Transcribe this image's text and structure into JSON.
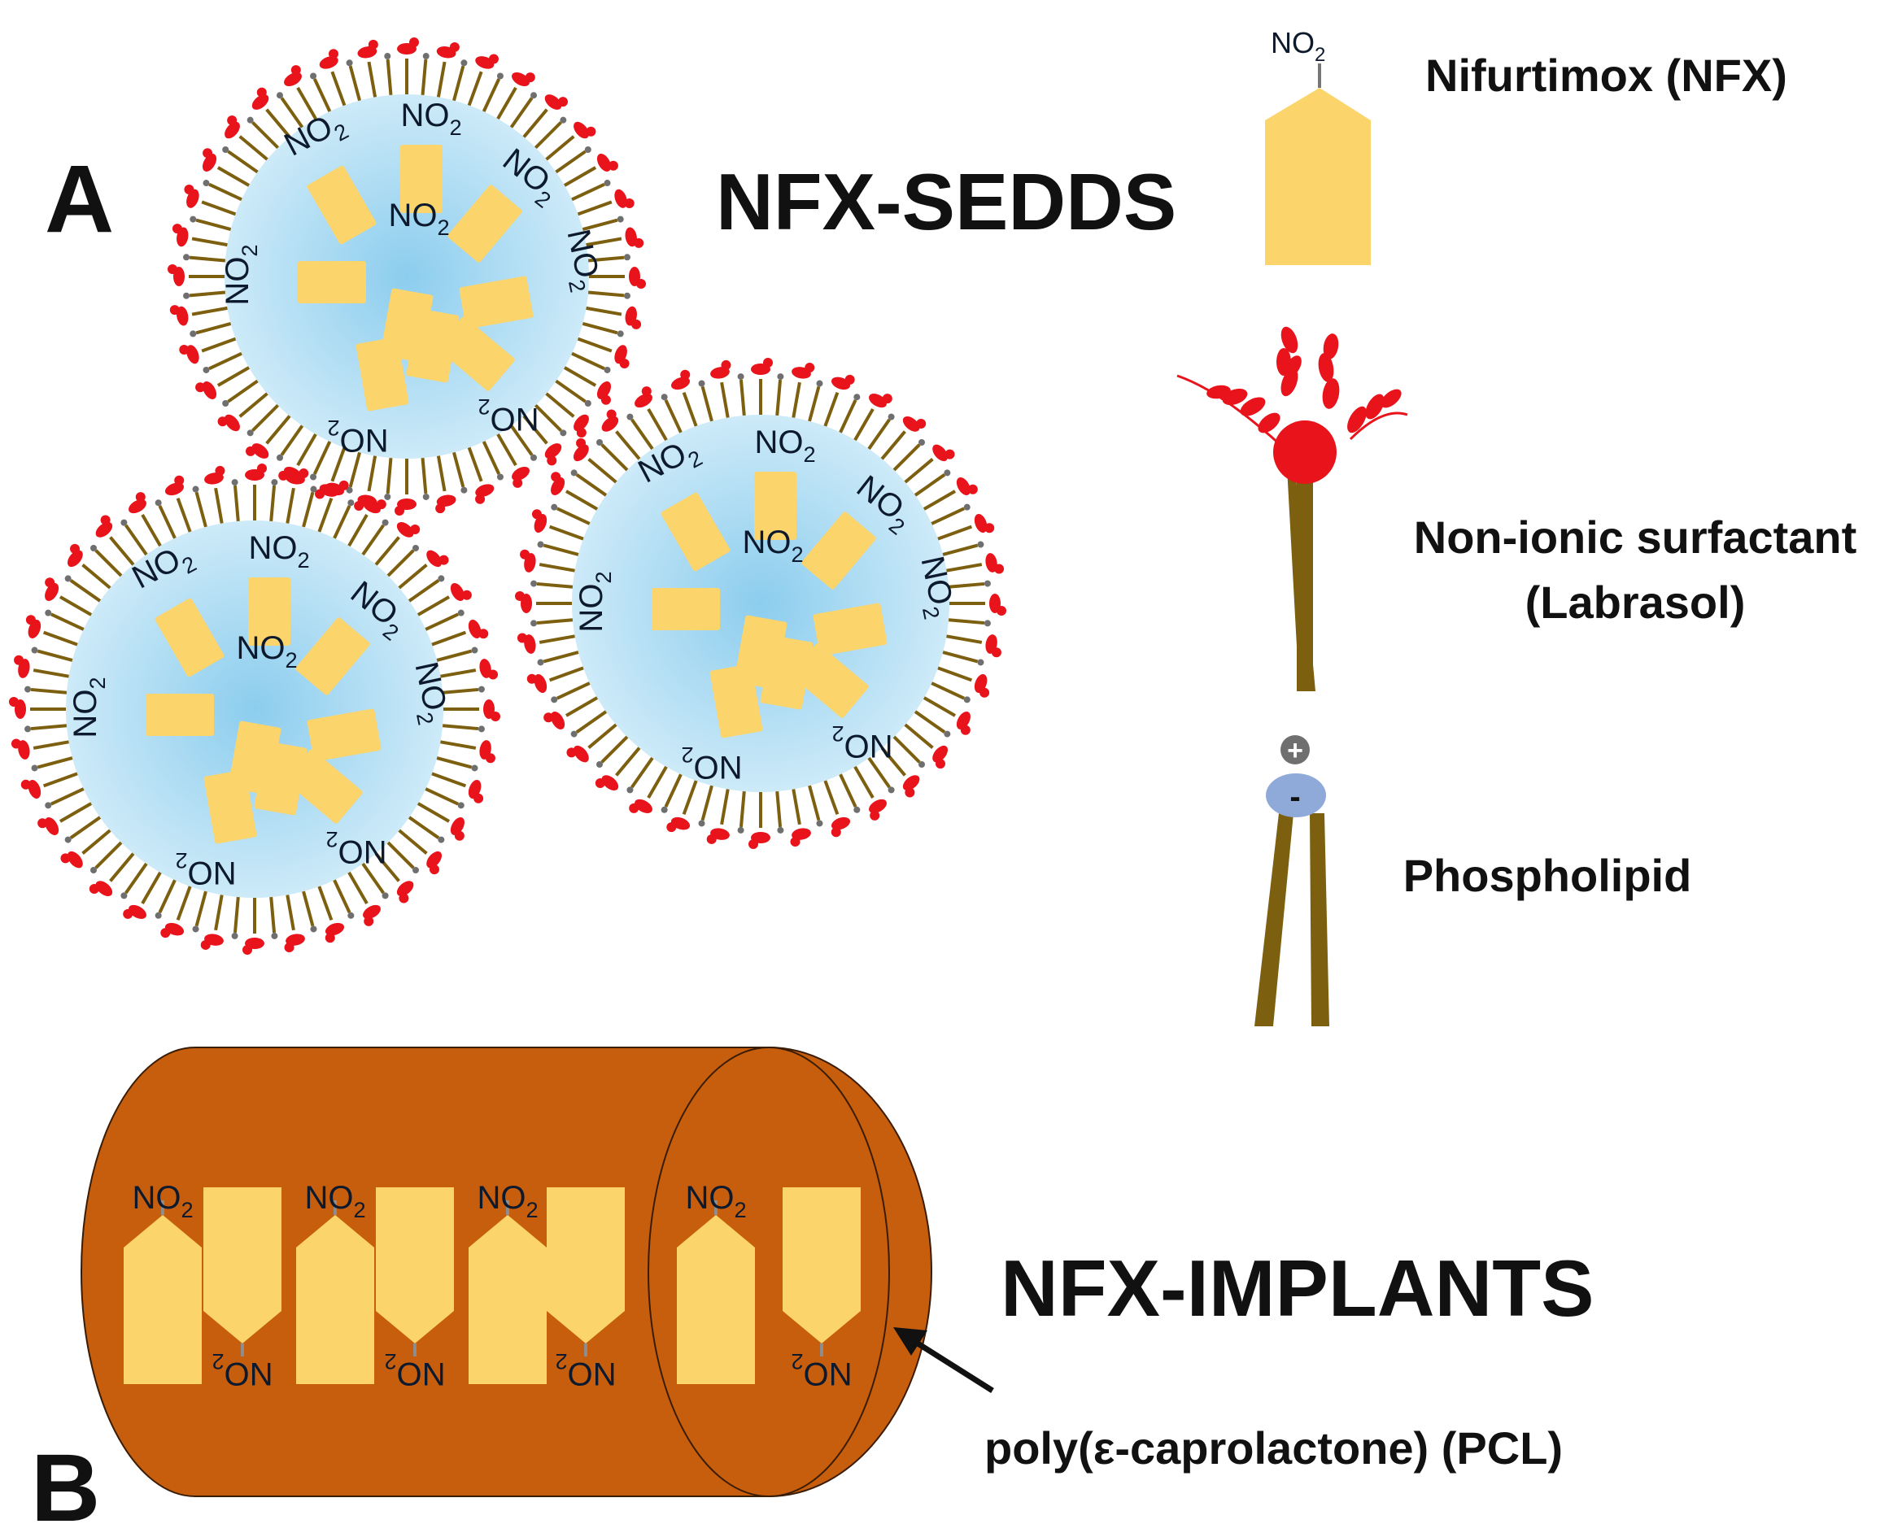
{
  "panels": {
    "a": {
      "letter": "A",
      "title": "NFX-SEDDS"
    },
    "b": {
      "letter": "B",
      "title": "NFX-IMPLANTS"
    }
  },
  "legend": {
    "nfx": {
      "formula_base": "NO",
      "formula_sub": "2",
      "label": "Nifurtimox (NFX)"
    },
    "surfactant": {
      "line1": "Non-ionic surfactant",
      "line2": "(Labrasol)"
    },
    "phospholipid": {
      "label": "Phospholipid",
      "plus": "+",
      "minus": "-"
    }
  },
  "nitro": {
    "base": "NO",
    "sub": "2"
  },
  "implant": {
    "matrix_label": "poly(ε-caprolactone) (PCL)"
  },
  "colors": {
    "drug": "#fbd46b",
    "surfactant_head": "#e8131b",
    "tail": "#7d5f10",
    "core": "#bfe2f4",
    "core_center": "#8ccdee",
    "implant": "#c65e0d",
    "implant_edge": "#3a1c05",
    "phospho_head": "#8fa9d8",
    "plus_head": "#6f6f6f"
  }
}
